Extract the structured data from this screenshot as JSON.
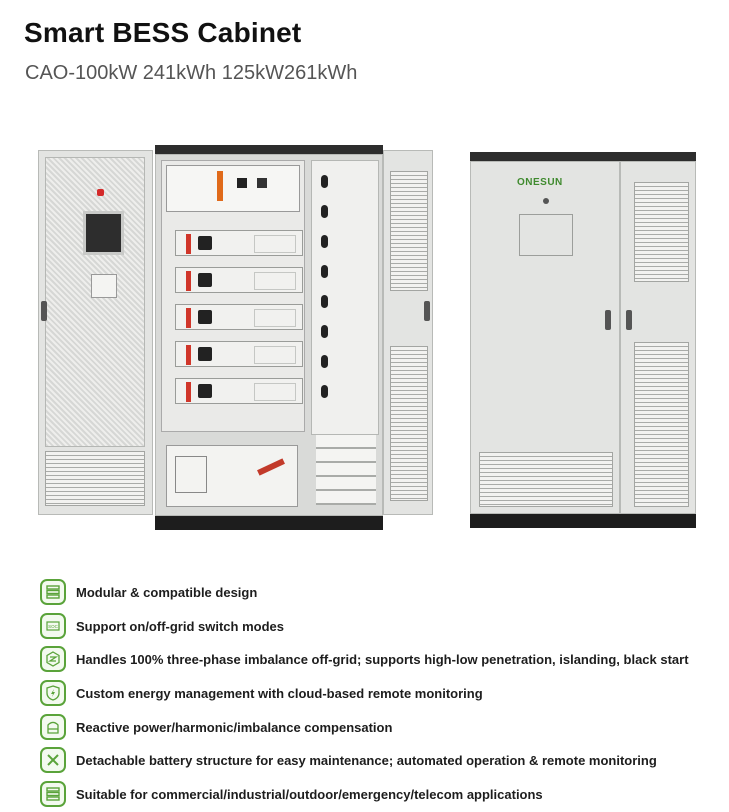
{
  "header": {
    "title": "Smart BESS Cabinet",
    "subtitle": "CAO-100kW 241kWh 125kW261kWh"
  },
  "product": {
    "brand_logo": "ONESUN",
    "accent_color": "#5aa33a",
    "open_view": "open-cabinet-image",
    "closed_view": "closed-cabinet-image"
  },
  "features": [
    {
      "icon": "battery-stack-icon",
      "text": "Modular & compatible design"
    },
    {
      "icon": "soc-chip-icon",
      "text": "Support on/off-grid switch modes"
    },
    {
      "icon": "switch-cycle-icon",
      "text": "Handles 100% three-phase imbalance off-grid; supports high-low penetration, islanding, black start"
    },
    {
      "icon": "shield-bolt-icon",
      "text": "Custom energy management with cloud-based remote monitoring"
    },
    {
      "icon": "battery-stack-icon",
      "text": "Reactive power/harmonic/imbalance compensation"
    },
    {
      "icon": "tools-icon",
      "text": "Detachable battery structure for easy maintenance; automated operation & remote monitoring"
    },
    {
      "icon": "battery-stack-icon",
      "text": "Suitable for commercial/industrial/outdoor/emergency/telecom applications"
    }
  ]
}
